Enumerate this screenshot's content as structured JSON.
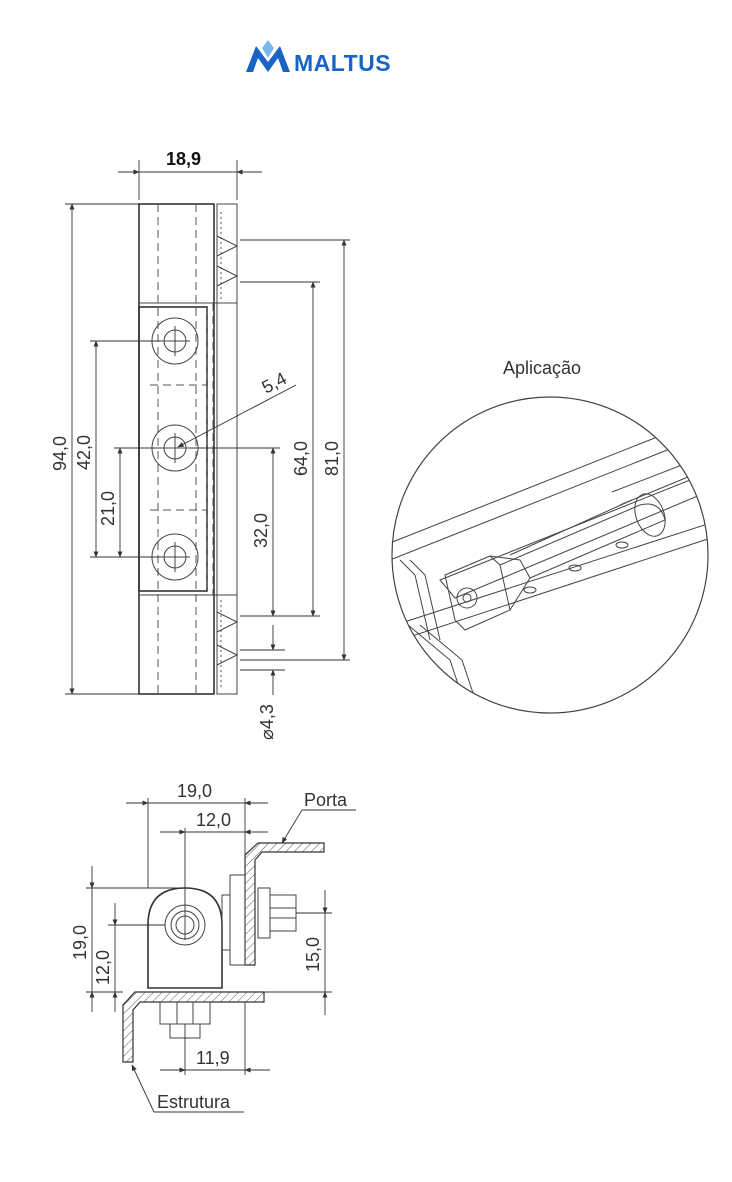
{
  "brand": {
    "name": "MALTUS",
    "logo_icon": "m-letter-logo-icon",
    "colors": {
      "blue": "#1a63c6",
      "light": "#7ab8ea"
    }
  },
  "front_view": {
    "width": "18,9",
    "overall_height": "94,0",
    "outer_hole_spacing": "42,0",
    "inner_hole_spacing": "21,0",
    "hole_diameter": "5,4",
    "mount_span": "64,0",
    "total_span": "81,0",
    "center_offset": "32,0",
    "mount_hole_diameter": "⌀4,3"
  },
  "application": {
    "title": "Aplicação"
  },
  "side_view": {
    "width": "19,0",
    "axis_offset": "12,0",
    "height": "19,0",
    "axis_height": "12,0",
    "door_offset": "15,0",
    "bottom_offset": "11,9",
    "door_label": "Porta",
    "structure_label": "Estrutura"
  }
}
